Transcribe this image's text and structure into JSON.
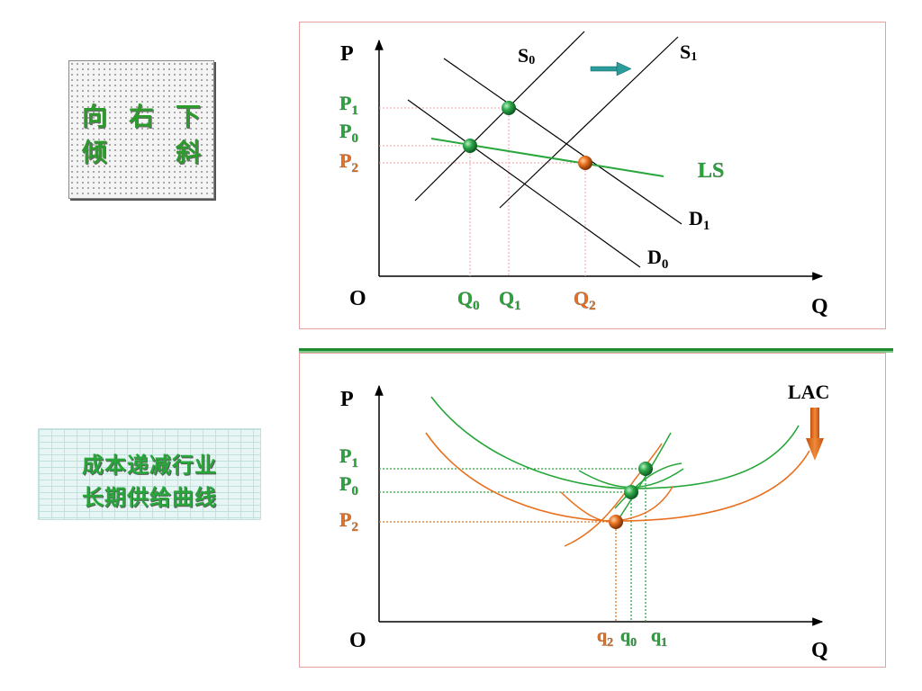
{
  "note_box": {
    "lines": [
      "向 右 下",
      "倾 　 斜"
    ],
    "chars": [
      "向",
      "右",
      "下",
      "倾",
      "斜"
    ]
  },
  "title_box": {
    "line1": "成本递减行业",
    "line2": "长期供给曲线"
  },
  "top_diagram": {
    "y_axis_label": "P",
    "x_axis_label": "Q",
    "origin_label": "O",
    "price_labels": [
      {
        "main": "P",
        "sub": "1",
        "color": "#27a63a"
      },
      {
        "main": "P",
        "sub": "0",
        "color": "#27a63a"
      },
      {
        "main": "P",
        "sub": "2",
        "color": "#e8701f"
      }
    ],
    "quantity_labels": [
      {
        "main": "Q",
        "sub": "0",
        "color": "#27a63a"
      },
      {
        "main": "Q",
        "sub": "1",
        "color": "#27a63a"
      },
      {
        "main": "Q",
        "sub": "2",
        "color": "#e8701f"
      }
    ],
    "supply_labels": [
      {
        "main": "S",
        "sub": "0"
      },
      {
        "main": "S",
        "sub": "1"
      }
    ],
    "demand_labels": [
      {
        "main": "D",
        "sub": "0"
      },
      {
        "main": "D",
        "sub": "1"
      }
    ],
    "ls_label": "LS"
  },
  "bottom_diagram": {
    "y_axis_label": "P",
    "x_axis_label": "Q",
    "origin_label": "O",
    "lac_label": "LAC",
    "price_labels": [
      {
        "main": "P",
        "sub": "1",
        "color": "#27a63a"
      },
      {
        "main": "P",
        "sub": "0",
        "color": "#27a63a"
      },
      {
        "main": "P",
        "sub": "2",
        "color": "#e8701f"
      }
    ],
    "quantity_labels": [
      {
        "main": "q",
        "sub": "2",
        "color": "#e8701f"
      },
      {
        "main": "q",
        "sub": "0",
        "color": "#27a63a"
      },
      {
        "main": "q",
        "sub": "1",
        "color": "#27a63a"
      }
    ]
  },
  "colors": {
    "green": "#27a63a",
    "orange": "#e8701f",
    "teal": "#2a9c9c",
    "panel_border": "#e5a0a0"
  }
}
